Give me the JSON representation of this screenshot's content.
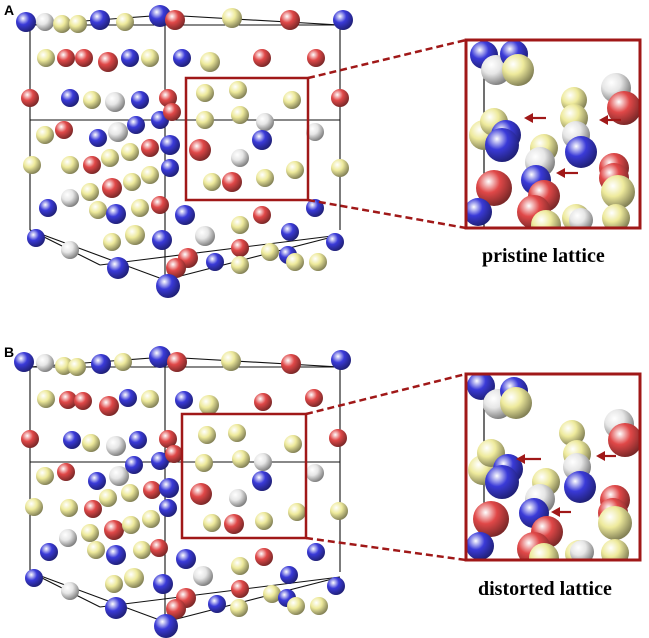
{
  "panels": [
    {
      "letter": "A",
      "caption": "pristine lattice"
    },
    {
      "letter": "B",
      "caption": "distorted lattice"
    }
  ],
  "colors": {
    "blue": "#3a3ad8",
    "red": "#e04848",
    "yellow": "#eeea9c",
    "white": "#e6e6e6",
    "frame": "#a01818",
    "edge": "#111111"
  }
}
